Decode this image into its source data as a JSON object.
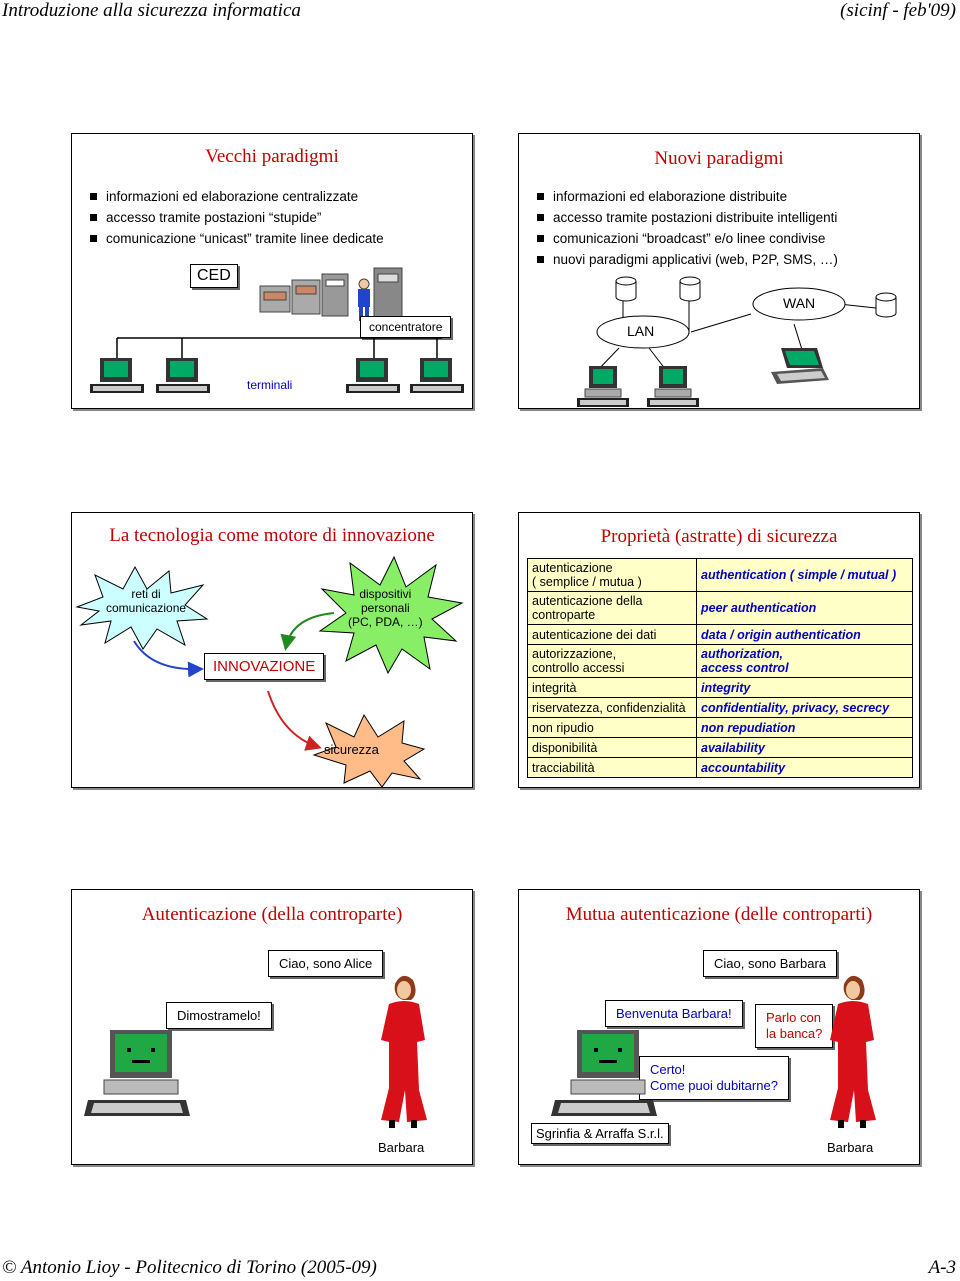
{
  "header": {
    "left": "Introduzione alla sicurezza informatica",
    "right": "(sicinf - feb'09)"
  },
  "footer": {
    "left": "© Antonio Lioy - Politecnico di Torino (2005-09)",
    "right": "A-3"
  },
  "slides": {
    "vecchi": {
      "title": "Vecchi paradigmi",
      "bullets": [
        "informazioni ed elaborazione centralizzate",
        "accesso tramite postazioni “stupide”",
        "comunicazione “unicast” tramite linee dedicate"
      ],
      "ced": "CED",
      "concentratore": "concentratore",
      "terminali": "terminali"
    },
    "nuovi": {
      "title": "Nuovi paradigmi",
      "bullets": [
        "informazioni ed elaborazione distribuite",
        "accesso tramite postazioni distribuite intelligenti",
        "comunicazioni “broadcast” e/o linee condivise",
        "nuovi paradigmi applicativi (web, P2P, SMS, …)"
      ],
      "wan": "WAN",
      "lan": "LAN"
    },
    "tecnologia": {
      "title": "La tecnologia come motore di innovazione",
      "reti": "reti di\ncomunicazione",
      "dispositivi": "dispositivi\npersonali\n(PC, PDA, …)",
      "innovazione": "INNOVAZIONE",
      "sicurezza": "sicurezza"
    },
    "proprieta": {
      "title": "Proprietà (astratte) di sicurezza",
      "rows": [
        {
          "it": "autenticazione\n( semplice / mutua )",
          "en": "authentication ( simple / mutual )"
        },
        {
          "it": "autenticazione della\ncontroparte",
          "en": "peer authentication"
        },
        {
          "it": "autenticazione dei dati",
          "en": "data / origin authentication"
        },
        {
          "it": "autorizzazione,\ncontrollo accessi",
          "en": "authorization,\naccess control"
        },
        {
          "it": "integrità",
          "en": "integrity"
        },
        {
          "it": "riservatezza, confidenzialità",
          "en": "confidentiality, privacy, secrecy"
        },
        {
          "it": "non ripudio",
          "en": "non repudiation"
        },
        {
          "it": "disponibilità",
          "en": "availability"
        },
        {
          "it": "tracciabilità",
          "en": "accountability"
        }
      ]
    },
    "autenticazione": {
      "title": "Autenticazione (della controparte)",
      "bubble_alice": "Ciao, sono Alice",
      "bubble_dimostramelo": "Dimostramelo!",
      "person_label": "Barbara"
    },
    "mutua": {
      "title": "Mutua autenticazione (delle controparti)",
      "bubble_barbara": "Ciao, sono Barbara",
      "bubble_benvenuta": "Benvenuta Barbara!",
      "bubble_parlo": "Parlo con\nla banca?",
      "bubble_certo": "Certo!\nCome puoi dubitarne?",
      "company": "Sgrinfia & Arraffa S.r.l.",
      "person_label": "Barbara"
    }
  },
  "colors": {
    "title_red": "#c00000",
    "table_yellow": "#ffffc8",
    "table_blue": "#0000c0",
    "burst_cyan": "#ccffff",
    "burst_green": "#88ee66",
    "burst_salmon": "#ffbb88"
  }
}
